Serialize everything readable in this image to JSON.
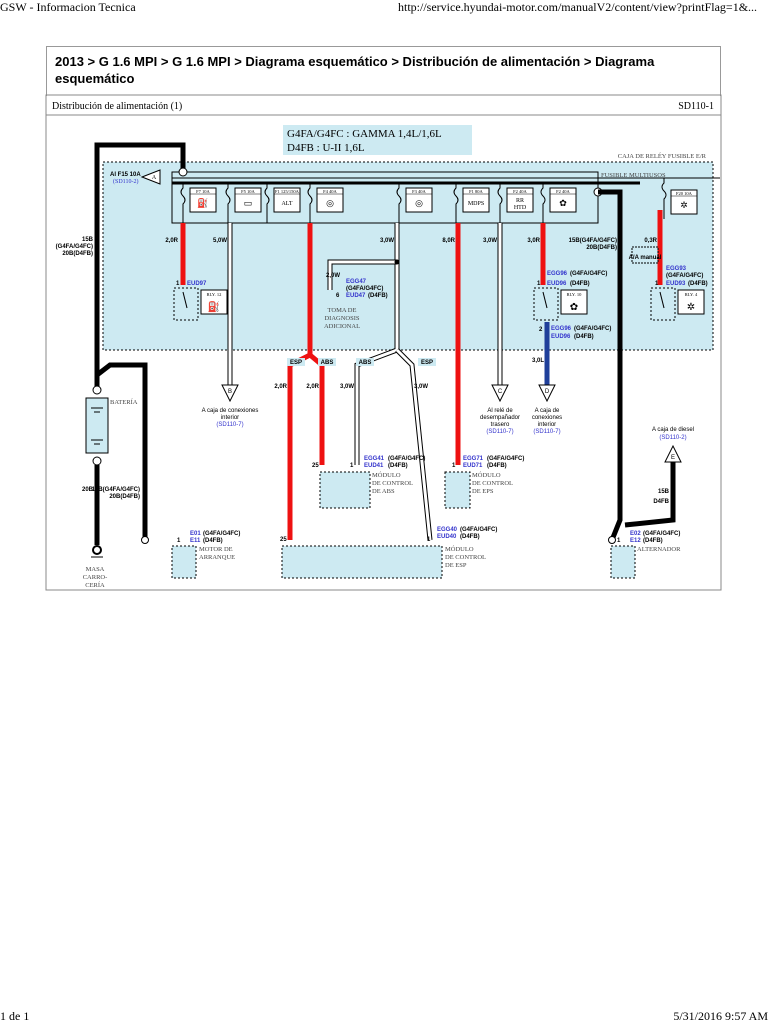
{
  "header": {
    "title": "GSW - Informacion Tecnica",
    "url": "http://service.hyundai-motor.com/manualV2/content/view?printFlag=1&..."
  },
  "breadcrumb": "2013 > G 1.6 MPI > G 1.6 MPI > Diagrama esquemático > Distribución de alimentación > Diagrama esquemático",
  "diagram": {
    "title": "Distribución de alimentación (1)",
    "code": "SD110-1",
    "engine_line1": "G4FA/G4FC : GAMMA 1,4L/1,6L",
    "engine_line2": "D4FB : U-II 1,6L",
    "relay_box": "CAJA DE RELÉY FUSIBLE E/R",
    "multifuse": "FUSIBLE MULTIUSOS",
    "conn_a": "A",
    "conn_a_label": "Al F15 10A",
    "conn_a_ref": "(SD110-2)",
    "fuses": [
      {
        "name": "F7 10A",
        "icon": "fuel-pump-icon"
      },
      {
        "name": "F5 10A",
        "icon": "battery-icon"
      },
      {
        "name": "F1 125/150A",
        "text": "ALT"
      },
      {
        "name": "F4 40A",
        "icon": "abs-icon"
      },
      {
        "name": "F3 40A",
        "icon": "abs-icon"
      },
      {
        "name": "F1 80A",
        "text": "MDPS"
      },
      {
        "name": "F2 40A",
        "text": "RR HTD"
      },
      {
        "name": "F2 40A",
        "icon": "fan-icon"
      },
      {
        "name": "F20 10A",
        "icon": "ac-compressor-icon"
      }
    ],
    "wires": {
      "w1": "2,0R",
      "w2": "5,0W",
      "w3": "3,0W",
      "w4": "8,0R",
      "w5": "3,0W",
      "w6": "3,0R",
      "w7": "15B(G4FA/G4FC)",
      "w7b": "20B(D4FB)",
      "w8": "0,3R",
      "w9": "2,0W",
      "w10": "2,0R",
      "w11": "2,0R",
      "w12": "3,0W",
      "w13": "3,0W",
      "w14": "3,0L",
      "w15": "20B",
      "w16": "15B(G4FA/G4FC)",
      "w16b": "20B(D4FB)",
      "w17": "15B",
      "w17b": "D4FB",
      "w18": "15B",
      "w18b": "(G4FA/G4FC)",
      "w18c": "20B(D4FB)"
    },
    "ac_manual": "A/A manual",
    "relays": {
      "r12": "RLY. 12",
      "r10": "RLY. 10",
      "r4": "RLY. 4"
    },
    "conns": {
      "eud97": "EUD97",
      "egg47": "EGG47",
      "egg47s": "(G4FA/G4FC)",
      "eud47": "EUD47",
      "eud47s": "(D4FB)",
      "egg96": "EGG96",
      "egg96s": "(G4FA/G4FC)",
      "eud96": "EUD96",
      "eud96s": "(D4FB)",
      "egg93": "EGG93",
      "egg93s": "(G4FA/G4FC)",
      "eud93": "EUD93",
      "eud93s": "(D4FB)",
      "egg41": "EGG41",
      "egg41s": "(G4FA/G4FC)",
      "eud41": "EUD41",
      "eud41s": "(D4FB)",
      "egg71": "EGG71",
      "egg71s": "(G4FA/G4FC)",
      "eud71": "EUD71",
      "eud71s": "(D4FB)",
      "egg40": "EGG40",
      "egg40s": "(G4FA/G4FC)",
      "eud40": "EUD40",
      "eud40s": "(D4FB)",
      "e01": "E01",
      "e01s": "(G4FA/G4FC)",
      "e11": "E11",
      "e11s": "(D4FB)",
      "e02": "E02",
      "e02s": "(G4FA/G4FC)",
      "e12": "E12",
      "e12s": "(D4FB)"
    },
    "diag_socket": "TOMA DE|DIAGNOSIS|ADICIONAL",
    "tags": {
      "esp": "ESP",
      "abs": "ABS"
    },
    "targets": {
      "b": "B",
      "b1": "A caja de conexiones",
      "b2": "interior",
      "bref": "(SD110-7)",
      "c": "C",
      "c1": "Al relé de",
      "c2": "desempañador",
      "c3": "trasero",
      "cref": "(SD110-7)",
      "d": "D",
      "d1": "A caja de",
      "d2": "conexiones",
      "d3": "interior",
      "dref": "(SD110-7)",
      "e": "E",
      "e1": "A caja de diesel",
      "eref": "(SD110-2)"
    },
    "comps": {
      "bat": "BATERÍA",
      "masa1": "MASA",
      "masa2": "CARRO-",
      "masa3": "CERÍA",
      "starter1": "MOTOR DE",
      "starter2": "ARRANQUE",
      "abs1": "MÓDULO",
      "abs2": "DE CONTROL",
      "abs3": "DE ABS",
      "eps1": "MÓDULO",
      "eps2": "DE CONTROL",
      "eps3": "DE EPS",
      "esp1": "MÓDULO",
      "esp2": "DE CONTROL",
      "esp3": "DE ESP",
      "alt": "ALTERNADOR"
    },
    "pins": {
      "p1": "1",
      "p6": "6",
      "p2": "2",
      "p25": "25"
    }
  },
  "footer": {
    "page": "1 de 1",
    "datetime": "5/31/2016 9:57 AM"
  },
  "colors": {
    "diagram_fill": "#cdeaf2",
    "wire_red": "#ee1111",
    "wire_blue": "#1f3f9a",
    "link": "#3333cc"
  }
}
